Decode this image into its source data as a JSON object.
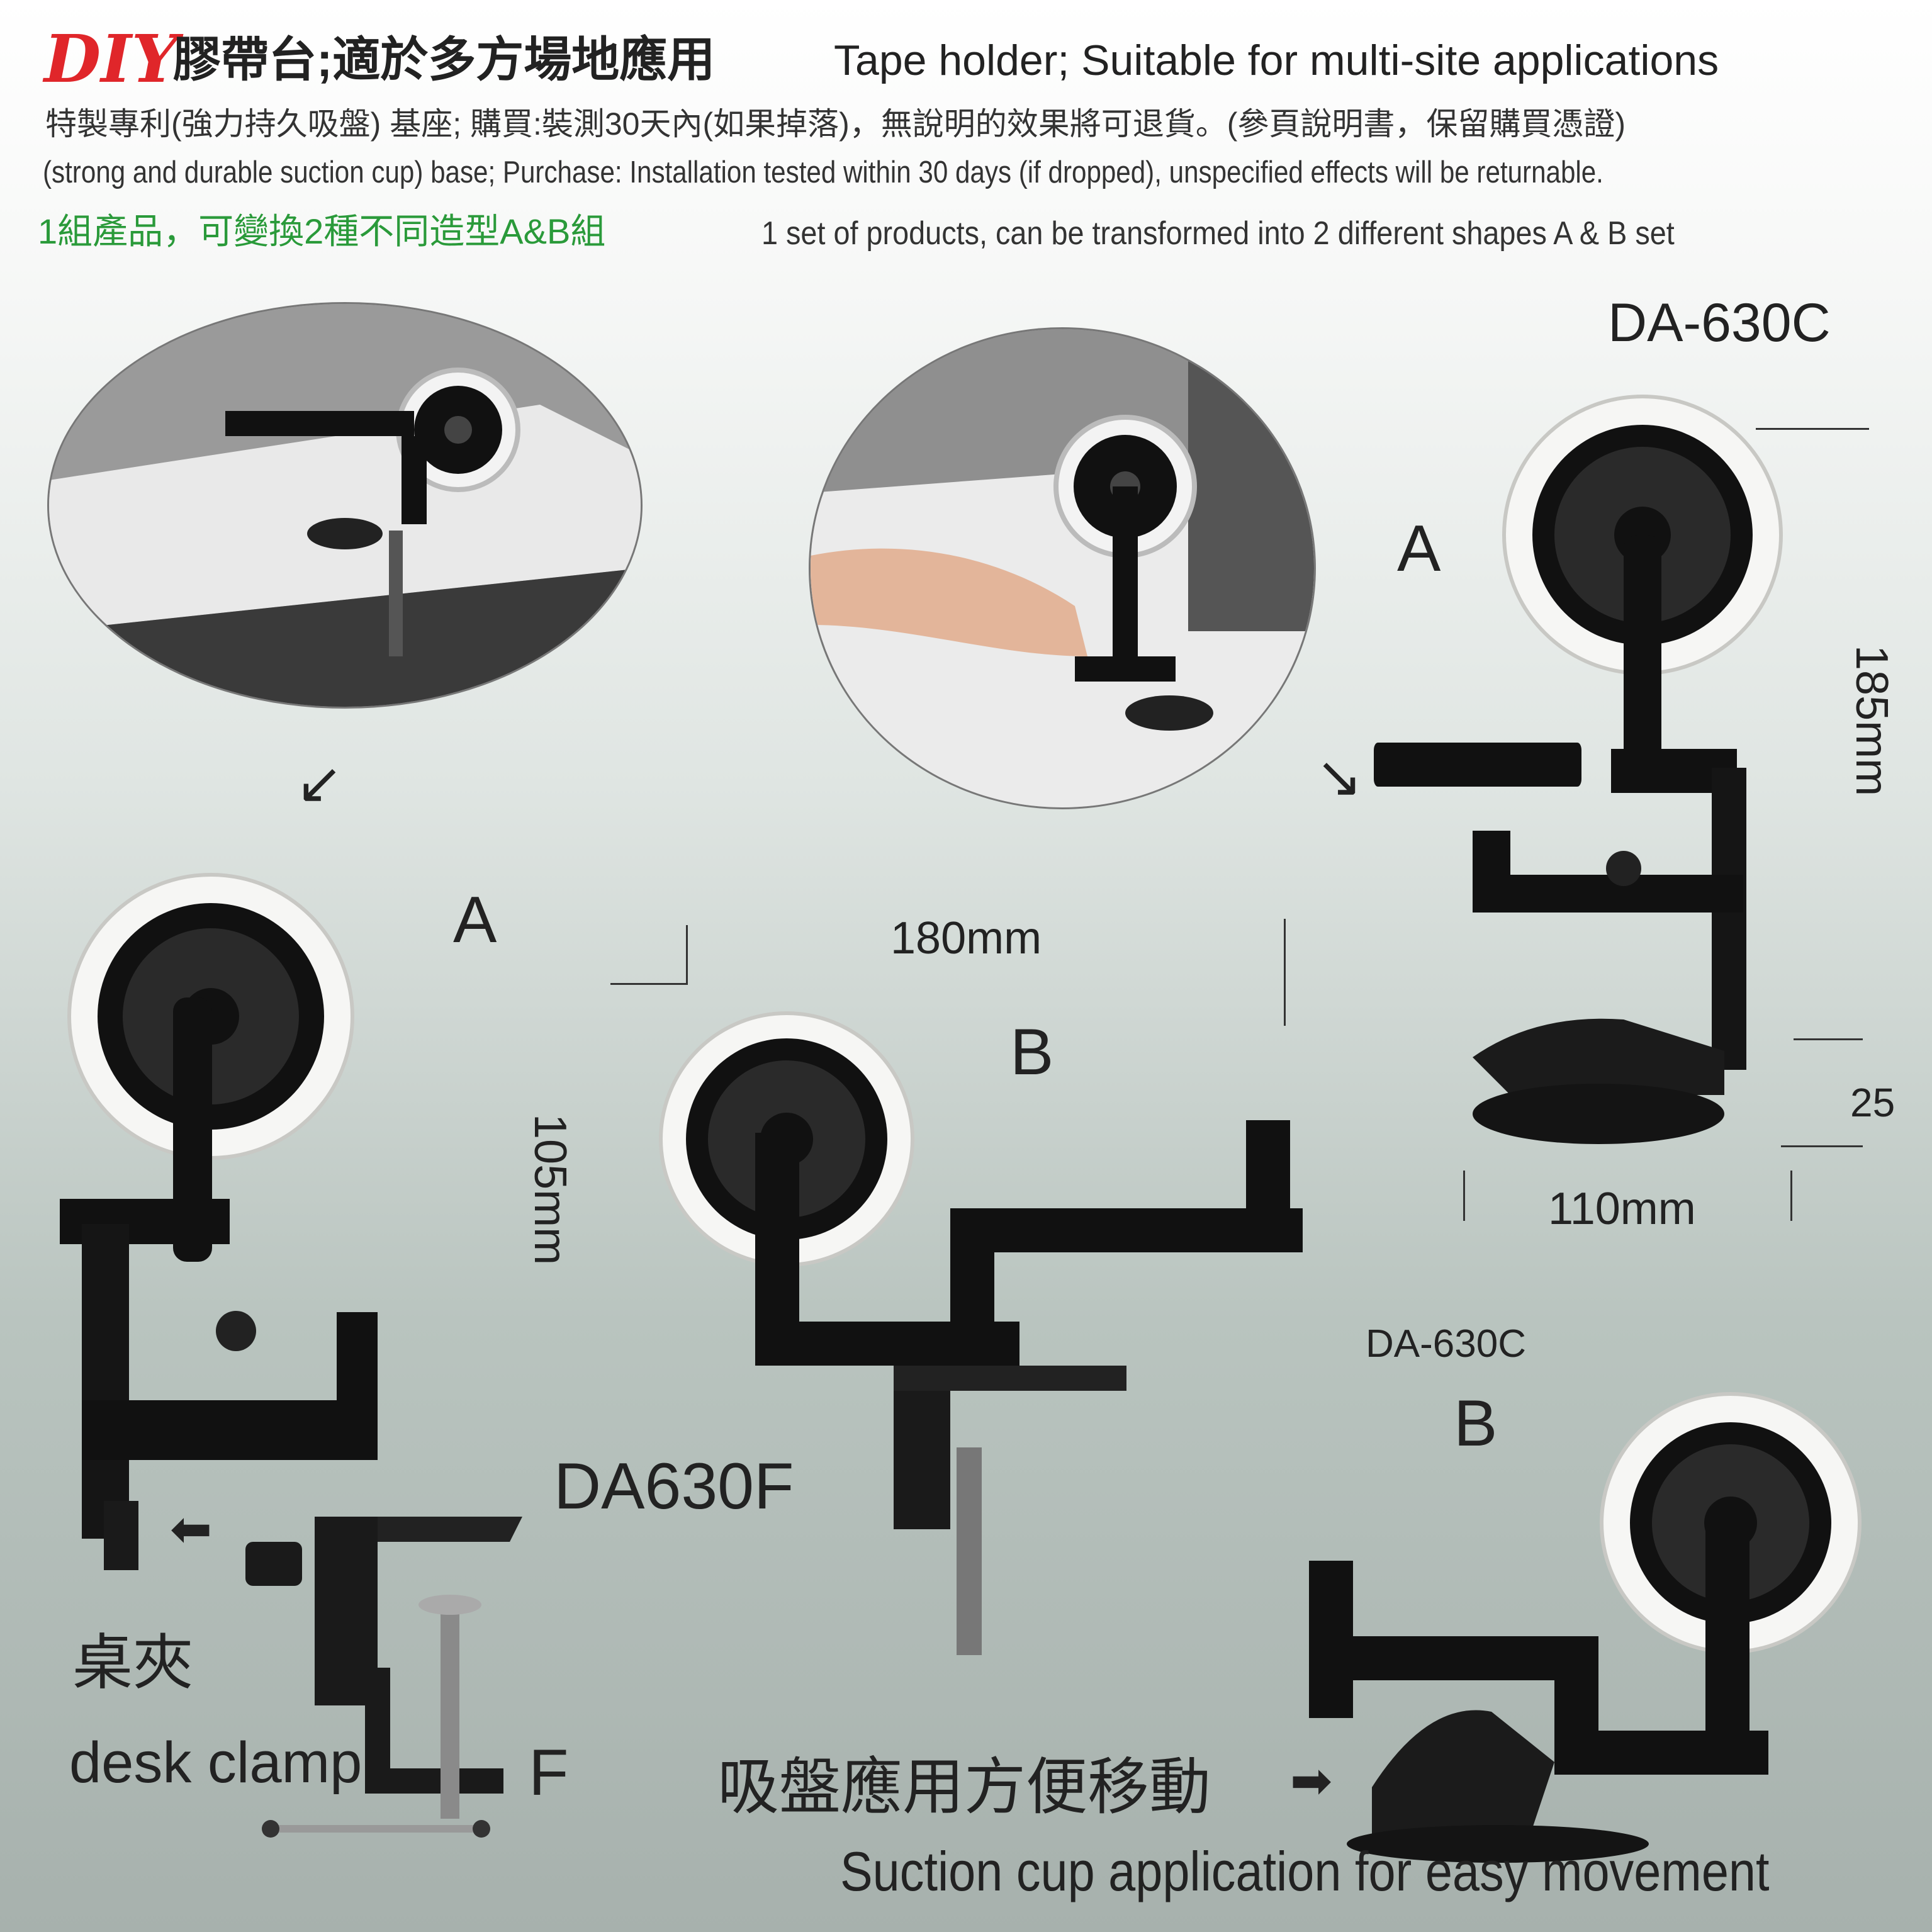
{
  "header": {
    "diy": "DIY",
    "title_zh": "膠帶台;適於多方場地應用",
    "title_en": "Tape holder; Suitable for multi-site applications",
    "line2_zh": "特製專利(強力持久吸盤) 基座; 購買:裝測30天內(如果掉落)，無說明的效果將可退貨。(參頁說明書，保留購買憑證)",
    "line3_en": "(strong and durable suction cup) base; Purchase: Installation tested within 30 days (if dropped), unspecified effects will be returnable.",
    "line4_zh": "1組產品，可變換2種不同造型A&B組",
    "line4_en": "1 set of products, can be transformed into 2 different shapes A & B set"
  },
  "labels": {
    "model_top": "DA-630C",
    "model_small": "DA-630C",
    "model_f": "DA630F",
    "a_top": "A",
    "a_left": "A",
    "b_center": "B",
    "b_right": "B",
    "f_label": "F",
    "desk_clamp_zh": "桌夾",
    "desk_clamp_en": "desk clamp",
    "suction_zh": "吸盤應用方便移動",
    "suction_en": "Suction cup application for easy movement"
  },
  "dimensions": {
    "width_b": "180mm",
    "height_b": "105mm",
    "height_a": "185mm",
    "base_h": "25",
    "base_w": "110mm"
  },
  "colors": {
    "diy_red": "#e0262a",
    "green": "#2a9a3a",
    "product_black": "#111111"
  },
  "icons": [
    "arrow-down-left-icon",
    "arrow-down-right-icon",
    "arrow-left-icon",
    "arrow-right-icon"
  ]
}
